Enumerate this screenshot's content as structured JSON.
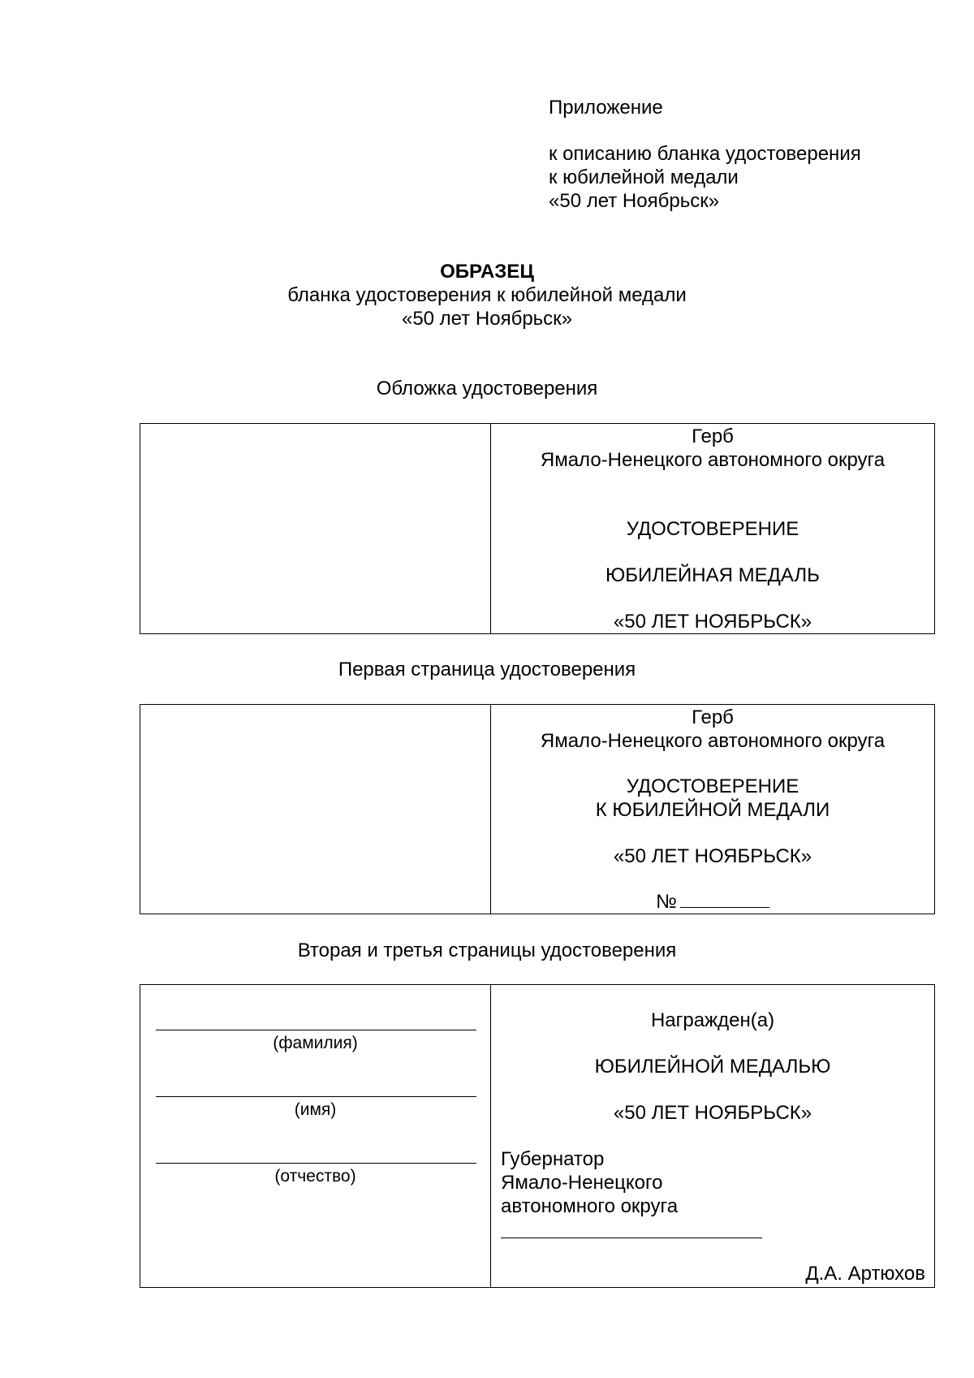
{
  "appendix": {
    "title": "Приложение",
    "line1": "к описанию бланка удостоверения",
    "line2": "к юбилейной медали",
    "line3": "«50 лет Ноябрьск»"
  },
  "sample": {
    "heading": "ОБРАЗЕЦ",
    "line1": "бланка удостоверения к юбилейной медали",
    "line2": "«50 лет Ноябрьск»"
  },
  "cover": {
    "caption": "Обложка удостоверения",
    "coat": "Герб",
    "region": "Ямало-Ненецкого автономного округа",
    "title": "УДОСТОВЕРЕНИЕ",
    "medal": "ЮБИЛЕЙНАЯ МЕДАЛЬ",
    "name": "«50 ЛЕТ НОЯБРЬСК»"
  },
  "first_page": {
    "caption": "Первая страница удостоверения",
    "coat": "Герб",
    "region": "Ямало-Ненецкого автономного округа",
    "title": "УДОСТОВЕРЕНИЕ",
    "medal": "К ЮБИЛЕЙНОЙ МЕДАЛИ",
    "name": "«50 ЛЕТ НОЯБРЬСК»",
    "number_label": "№"
  },
  "second_third": {
    "caption": "Вторая и третья страницы удостоверения",
    "surname_label": "(фамилия)",
    "firstname_label": "(имя)",
    "patronymic_label": "(отчество)",
    "awarded": "Награжден(а)",
    "medal": "ЮБИЛЕЙНОЙ МЕДАЛЬЮ",
    "name": "«50 ЛЕТ НОЯБРЬСК»",
    "governor_line1": "Губернатор",
    "governor_line2": "Ямало-Ненецкого",
    "governor_line3": "автономного округа",
    "signatory": "Д.А. Артюхов"
  }
}
